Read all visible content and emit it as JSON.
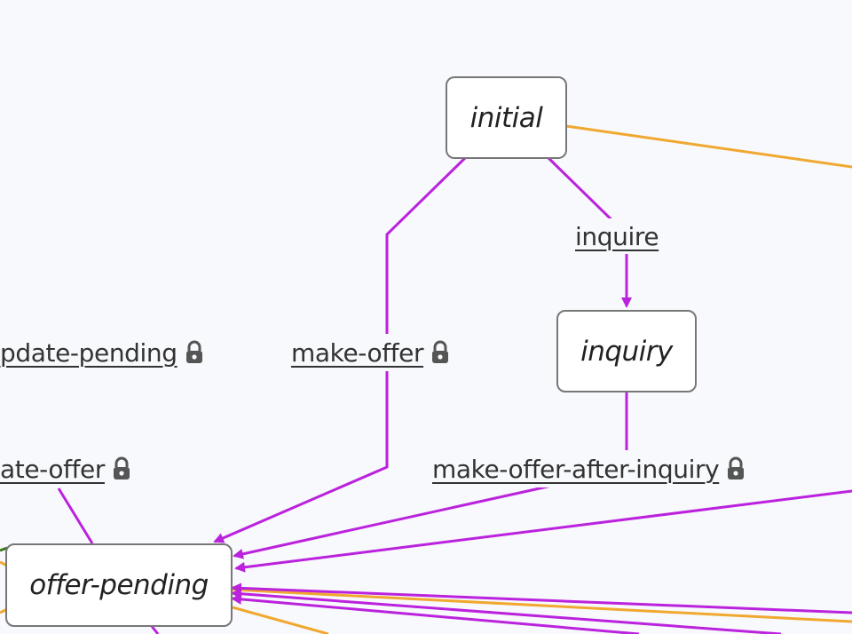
{
  "colors": {
    "transition": "#bb22dd",
    "secondary": "#f0a830",
    "other": "#3a7a1a",
    "node_border": "#777777",
    "background": "#f8f9fc"
  },
  "nodes": {
    "initial": "initial",
    "inquiry": "inquiry",
    "offer_pending": "offer-pending"
  },
  "edges": {
    "inquire": "inquire",
    "make_offer": "make-offer",
    "make_offer_after_inquiry": "make-offer-after-inquiry",
    "update_pending": "pdate-pending",
    "update_offer": "ate-offer"
  },
  "icons": {
    "lock": "lock-icon"
  }
}
